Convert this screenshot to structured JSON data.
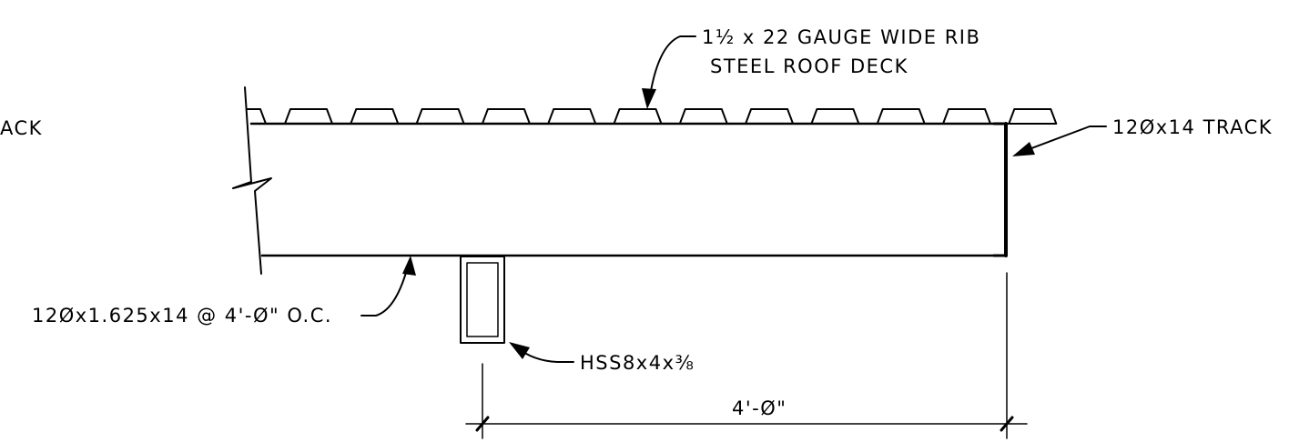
{
  "labels": {
    "deck_line1": "1½ x 22 GAUGE WIDE RIB",
    "deck_line2": "STEEL ROOF DECK",
    "track_right": "12Øx14 TRACK",
    "track_left_fragment": "ACK",
    "joist": "12Øx1.625x14 @ 4'-Ø\" O.C.",
    "hss": "HSS8x4x⅜",
    "dimension": "4'-Ø\""
  }
}
